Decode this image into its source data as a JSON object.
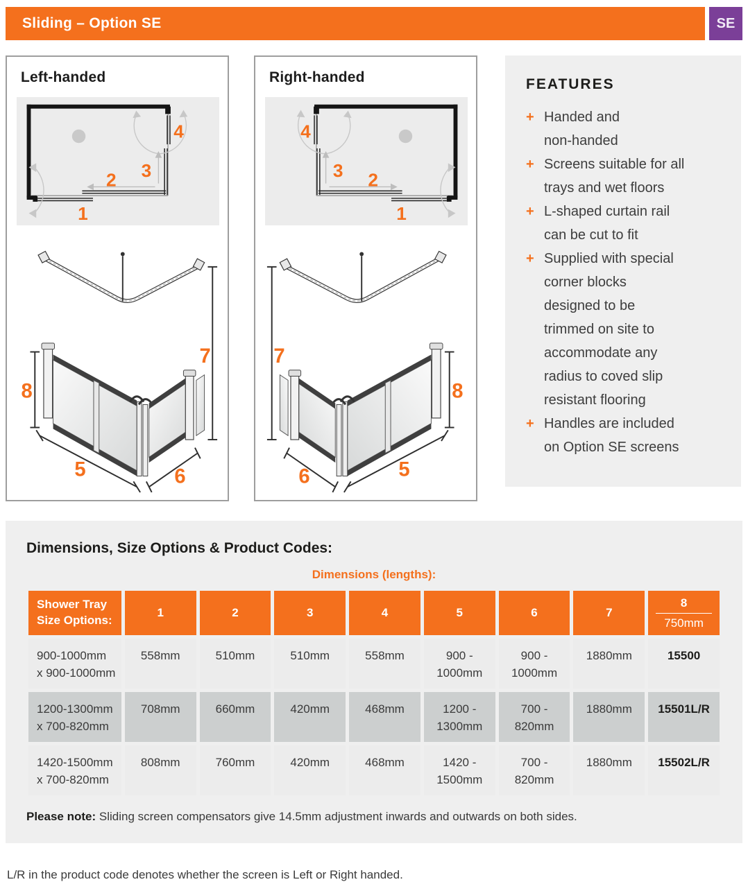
{
  "colors": {
    "orange": "#F4701D",
    "purple": "#7B3F98"
  },
  "header": {
    "title": "Sliding – Option SE",
    "badge": "SE"
  },
  "left_panel": {
    "title": "Left-handed"
  },
  "right_panel": {
    "title": "Right-handed"
  },
  "labels": [
    "1",
    "2",
    "3",
    "4",
    "5",
    "6",
    "7",
    "8"
  ],
  "features": {
    "heading": "FEATURES",
    "bullet": "+",
    "items": [
      "Handed and\nnon-handed",
      "Screens suitable for all\ntrays and wet floors",
      "L-shaped curtain rail\ncan be cut to fit",
      "Supplied with special\ncorner blocks\ndesigned to be\ntrimmed on site to\naccommodate any\nradius to coved slip\nresistant flooring",
      "Handles are included\non Option SE screens"
    ]
  },
  "dimensions": {
    "heading": "Dimensions, Size Options & Product Codes:",
    "caption": "Dimensions (lengths):",
    "first_col_header": "Shower Tray\nSize Options:",
    "columns": [
      "1",
      "2",
      "3",
      "4",
      "5",
      "6",
      "7",
      "8"
    ],
    "col8_sub": "750mm",
    "rows": [
      {
        "size": "900-1000mm\nx 900-1000mm",
        "c1": "558mm",
        "c2": "510mm",
        "c3": "510mm",
        "c4": "558mm",
        "c5": "900 -\n1000mm",
        "c6": "900 -\n1000mm",
        "c7": "1880mm",
        "code": "15500"
      },
      {
        "size": "1200-1300mm\nx 700-820mm",
        "c1": "708mm",
        "c2": "660mm",
        "c3": "420mm",
        "c4": "468mm",
        "c5": "1200 -\n1300mm",
        "c6": "700 -\n820mm",
        "c7": "1880mm",
        "code": "15501L/R"
      },
      {
        "size": "1420-1500mm\nx 700-820mm",
        "c1": "808mm",
        "c2": "760mm",
        "c3": "420mm",
        "c4": "468mm",
        "c5": "1420 -\n1500mm",
        "c6": "700 -\n820mm",
        "c7": "1880mm",
        "code": "15502L/R"
      }
    ],
    "note_label": "Please note:",
    "note_text": " Sliding screen compensators give 14.5mm adjustment inwards and outwards on both sides."
  },
  "footer": "L/R in the product code denotes whether the screen is Left or Right handed."
}
